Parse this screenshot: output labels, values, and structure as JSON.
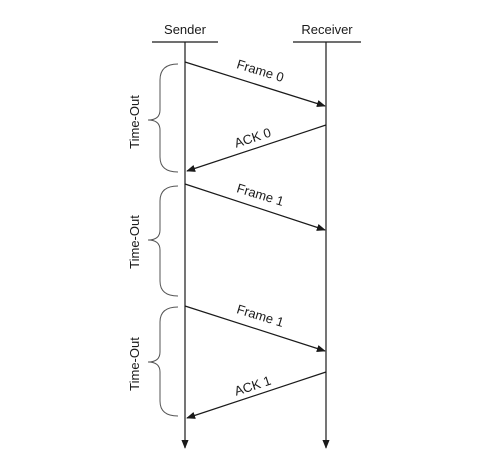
{
  "header": {
    "sender": "Sender",
    "receiver": "Receiver"
  },
  "messages": [
    {
      "label": "Frame 0",
      "direction": "sender-to-receiver"
    },
    {
      "label": "ACK 0",
      "direction": "receiver-to-sender"
    },
    {
      "label": "Frame 1",
      "direction": "sender-to-receiver"
    },
    {
      "label": "Frame 1",
      "direction": "sender-to-receiver"
    },
    {
      "label": "ACK 1",
      "direction": "receiver-to-sender"
    }
  ],
  "timeouts": [
    {
      "label": "Time-Out"
    },
    {
      "label": "Time-Out"
    },
    {
      "label": "Time-Out"
    }
  ],
  "colors": {
    "line": "#1a1a1a",
    "brace": "#555555"
  }
}
